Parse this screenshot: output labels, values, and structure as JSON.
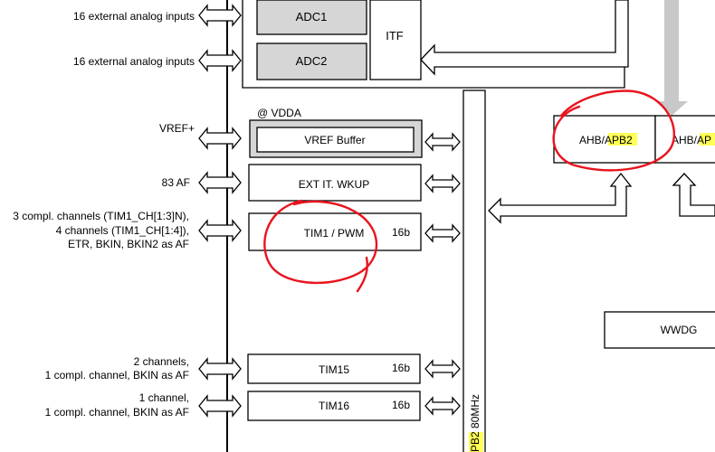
{
  "left_labels": {
    "analog_1": "16 external analog inputs",
    "analog_2": "16 external analog inputs",
    "vref": "VREF+",
    "af83": "83 AF",
    "tim1_line1": "3 compl. channels (TIM1_CH[1:3]N),",
    "tim1_line2": "4 channels (TIM1_CH[1:4]),",
    "tim1_line3": "ETR, BKIN, BKIN2 as AF",
    "tim15_line1": "2 channels,",
    "tim15_line2": "1 compl. channel, BKIN as AF",
    "tim16_line1": "1 channel,",
    "tim16_line2": "1 compl. channel, BKIN as AF"
  },
  "blocks": {
    "adc1": "ADC1",
    "adc2": "ADC2",
    "itf": "ITF",
    "vdda": "@ VDDA",
    "vref_buffer": "VREF Buffer",
    "ext_it": "EXT IT. WKUP",
    "tim1": "TIM1 / PWM",
    "tim1_bits": "16b",
    "tim15": "TIM15",
    "tim15_bits": "16b",
    "tim16": "TIM16",
    "tim16_bits": "16b",
    "wwdg": "WWDG"
  },
  "bridges": {
    "apb2_prefix": "AHB/",
    "apb2_highlight": "APB2",
    "apb1_prefix": "AHB/",
    "apb1_highlight": "AP"
  },
  "bus": {
    "label_highlight": "PB2",
    "label_rest": " 80MHz"
  },
  "colors": {
    "highlight": "#ffff55",
    "annotation": "#e8141e",
    "block_fill": "#d6d6d6",
    "gray_arrow": "#c8c8c8"
  }
}
